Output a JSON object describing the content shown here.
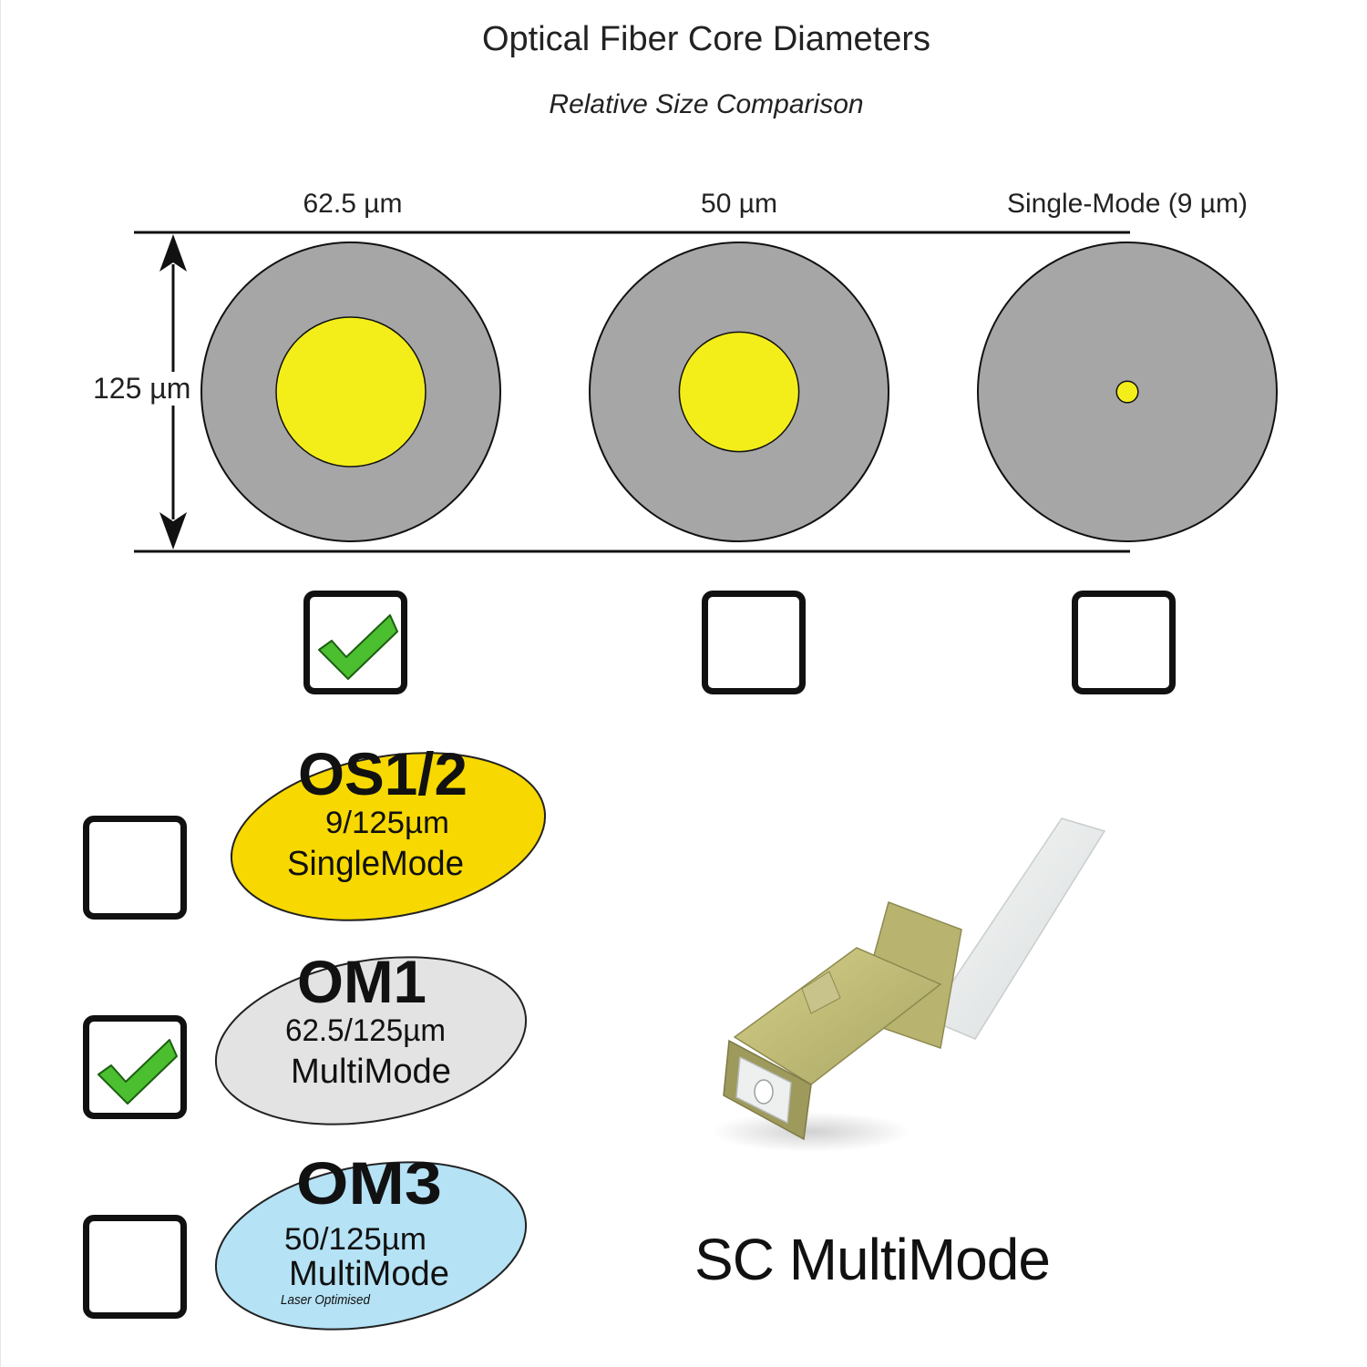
{
  "title": "Optical Fiber Core Diameters",
  "subtitle": "Relative Size Comparison",
  "cladding_label": "125 µm",
  "fibers": [
    {
      "label": "62.5 µm",
      "core_um": 62.5,
      "cladding_um": 125,
      "checked": true
    },
    {
      "label": "50 µm",
      "core_um": 50,
      "cladding_um": 125,
      "checked": false
    },
    {
      "label": "Single-Mode (9 µm)",
      "core_um": 9,
      "cladding_um": 125,
      "checked": false
    }
  ],
  "fiber_types": [
    {
      "name": "OS1/2",
      "spec": "9/125µm",
      "mode": "SingleMode",
      "note": "",
      "color": "#f7d800",
      "checked": false
    },
    {
      "name": "OM1",
      "spec": "62.5/125µm",
      "mode": "MultiMode",
      "note": "",
      "color": "#e3e3e3",
      "checked": true
    },
    {
      "name": "OM3",
      "spec": "50/125µm",
      "mode": "MultiMode",
      "note": "Laser Optimised",
      "color": "#b5e2f5",
      "checked": false
    }
  ],
  "product_label": "SC MultiMode",
  "colors": {
    "cladding": "#a6a6a6",
    "core": "#f3ee1a",
    "check": "#4bbf2f",
    "connector_body": "#c5c27a",
    "boot": "#eceeee"
  },
  "icons": {
    "check": "check-icon",
    "connector": "sc-connector-icon"
  }
}
